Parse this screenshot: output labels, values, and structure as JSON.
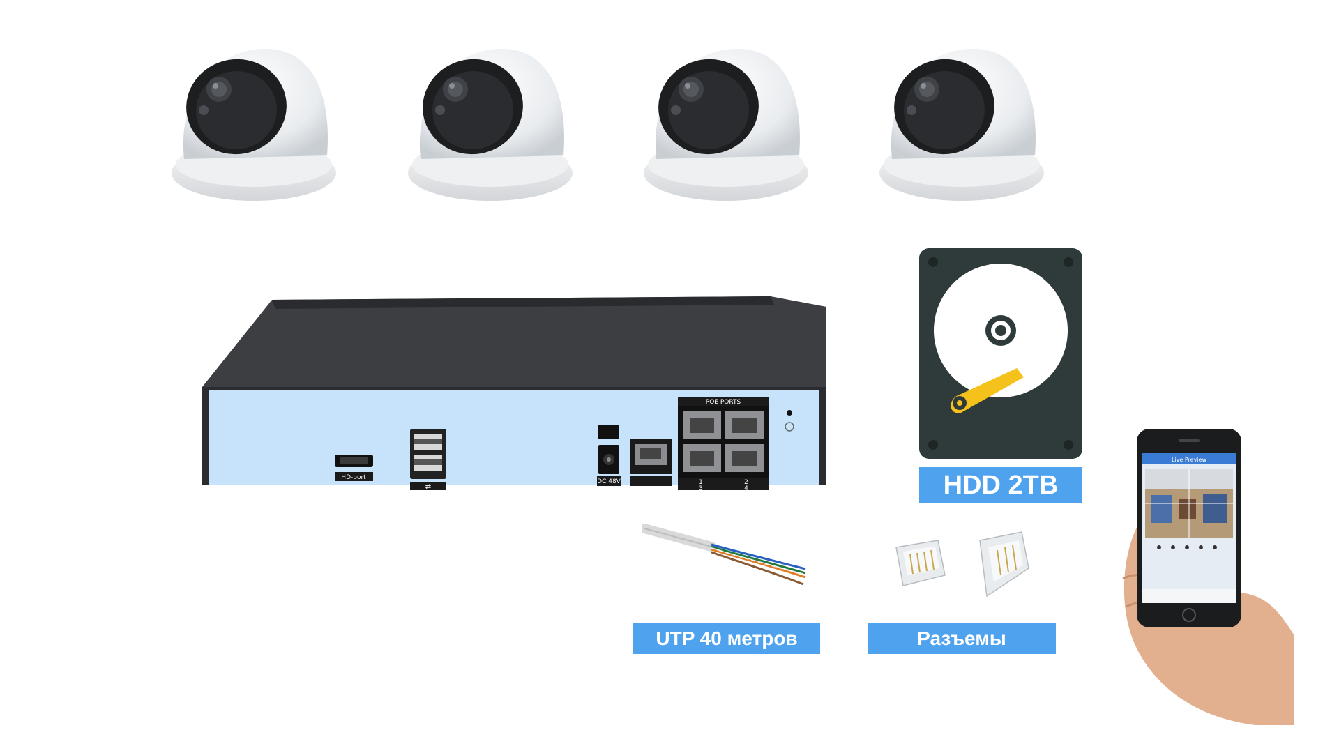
{
  "colors": {
    "badge_blue": "#4fa3ee",
    "nvr_front": "#c7e2fb",
    "nvr_body": "#3a3c40",
    "hdd_body": "#2f3b3a",
    "hdd_arm": "#f4c21b"
  },
  "cameras": [
    {
      "name": "dome-camera"
    },
    {
      "name": "dome-camera"
    },
    {
      "name": "dome-camera"
    },
    {
      "name": "dome-camera"
    }
  ],
  "nvr": {
    "ports": {
      "hdmi": "HD-port",
      "poe_header": "POE PORTS",
      "dc": "DC 48V",
      "poe_numbers_top": [
        "1",
        "2"
      ],
      "poe_numbers_bottom": [
        "3",
        "4"
      ]
    }
  },
  "hdd": {
    "label": "HDD 2TB"
  },
  "cable": {
    "label": "UTP 40 метров"
  },
  "connectors": {
    "label": "Разъемы"
  },
  "phone": {
    "app_title": "Live Preview"
  }
}
